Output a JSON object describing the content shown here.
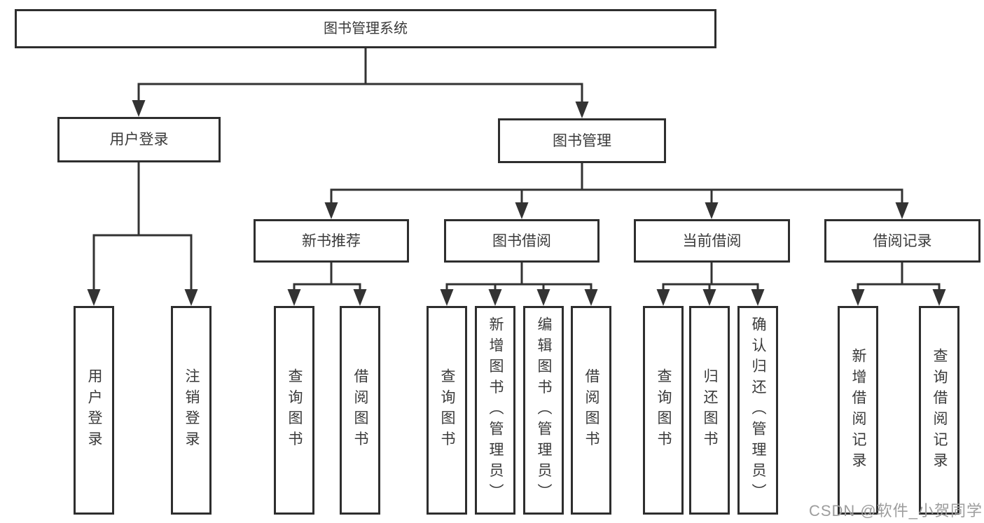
{
  "diagram": {
    "title": "图书管理系统",
    "level2": [
      {
        "label": "用户登录",
        "children": [
          {
            "label": "用户登录"
          },
          {
            "label": "注销登录"
          }
        ]
      },
      {
        "label": "图书管理",
        "children": [
          {
            "label": "新书推荐",
            "children": [
              {
                "label": "查询图书"
              },
              {
                "label": "借阅图书"
              }
            ]
          },
          {
            "label": "图书借阅",
            "children": [
              {
                "label": "查询图书"
              },
              {
                "label": "新增图书（管理员）"
              },
              {
                "label": "编辑图书（管理员）"
              },
              {
                "label": "借阅图书"
              }
            ]
          },
          {
            "label": "当前借阅",
            "children": [
              {
                "label": "查询图书"
              },
              {
                "label": "归还图书"
              },
              {
                "label": "确认归还（管理员）"
              }
            ]
          },
          {
            "label": "借阅记录",
            "children": [
              {
                "label": "新增借阅记录"
              },
              {
                "label": "查询借阅记录"
              }
            ]
          }
        ]
      }
    ]
  },
  "colors": {
    "line": "#333333",
    "box_border": "#2e2e2e",
    "text": "#3a3a3a",
    "watermark": "#9d9d9d",
    "background": "#ffffff"
  },
  "watermark": {
    "text": "CSDN @软件_小贺同学"
  }
}
